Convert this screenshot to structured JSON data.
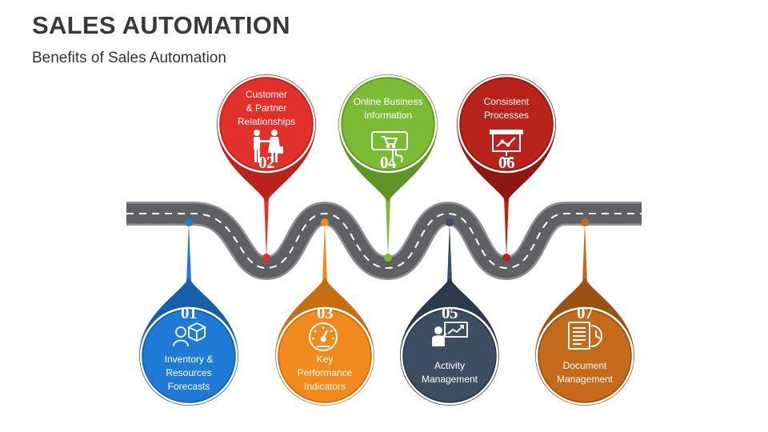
{
  "header": {
    "title": "SALES AUTOMATION",
    "subtitle": "Benefits of Sales Automation"
  },
  "colors": {
    "road": "#5e6064",
    "road_edge": "#8e9196",
    "lane_mark": "#ffffff"
  },
  "pins": [
    {
      "id": "01",
      "number": "01",
      "label": "Inventory &\nResources\nForecasts",
      "color": "#1f7bd6",
      "dark": "#1660aa",
      "icon": "box-user-icon",
      "position": "bottom"
    },
    {
      "id": "02",
      "number": "02",
      "label": "Customer\n& Partner\nRelationships",
      "color": "#e2302a",
      "dark": "#b8231e",
      "icon": "handshake-icon",
      "position": "top"
    },
    {
      "id": "03",
      "number": "03",
      "label": "Key\nPerformance\nIndicators",
      "color": "#f08a1c",
      "dark": "#c76e10",
      "icon": "gauge-icon",
      "position": "bottom"
    },
    {
      "id": "04",
      "number": "04",
      "label": "Online Business\nInformation",
      "color": "#7cbb35",
      "dark": "#5e9526",
      "icon": "online-shop-icon",
      "position": "top"
    },
    {
      "id": "05",
      "number": "05",
      "label": "Activity\nManagement",
      "color": "#3e4e62",
      "dark": "#2c3a4b",
      "icon": "presenter-chart-icon",
      "position": "bottom"
    },
    {
      "id": "06",
      "number": "06",
      "label": "Consistent\nProcesses",
      "color": "#b8231b",
      "dark": "#8e1812",
      "icon": "presentation-board-icon",
      "position": "top"
    },
    {
      "id": "07",
      "number": "07",
      "label": "Document\nManagement",
      "color": "#c56a1b",
      "dark": "#9c5212",
      "icon": "document-clock-icon",
      "position": "bottom"
    }
  ]
}
